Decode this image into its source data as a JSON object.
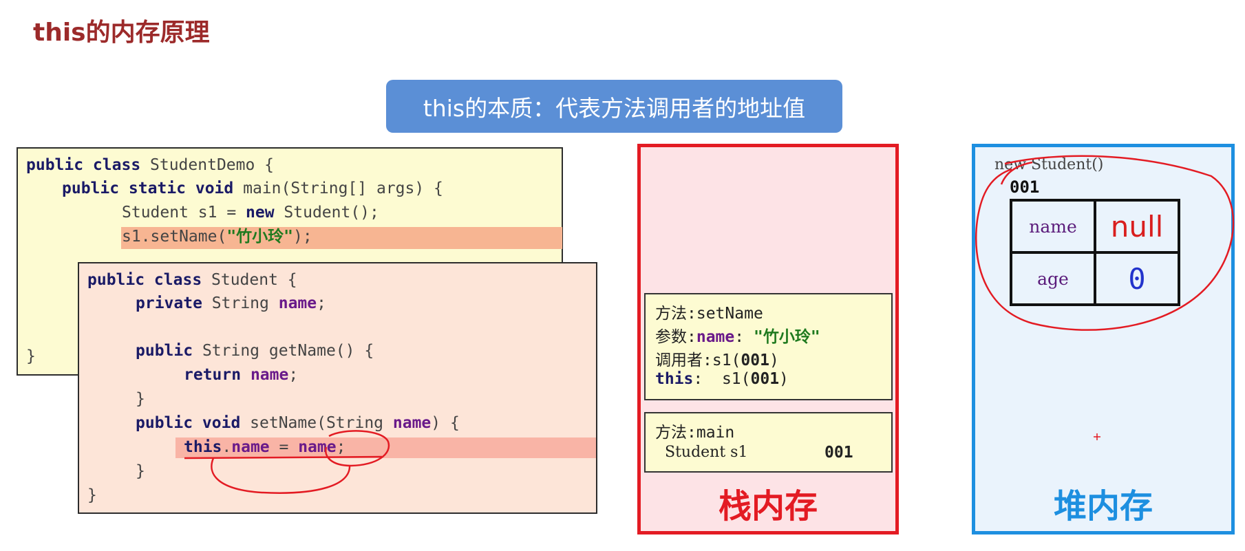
{
  "title": "this的内存原理",
  "banner": "this的本质：代表方法调用者的地址值",
  "demo_code": {
    "l1_kw": "public class ",
    "l1_rest": "StudentDemo {",
    "l2_kw": "public static void ",
    "l2_rest": "main(String[] args) {",
    "l3_a": "Student s1 = ",
    "l3_kw": "new",
    "l3_b": " Student();",
    "l4_a": "s1.setName(",
    "l4_str": "\"竹小玲\"",
    "l4_b": ");",
    "close": "}"
  },
  "student_code": {
    "l1_kw": "public class ",
    "l1_rest": "Student {",
    "l2_kw": "private ",
    "l2_type": "String ",
    "l2_fld": "name",
    "l2_end": ";",
    "l3_kw": "public ",
    "l3_rest": "String getName() {",
    "l4_kw": "return ",
    "l4_fld": "name",
    "l4_end": ";",
    "l5": "}",
    "l6_kw": "public void ",
    "l6_rest": "setName(String ",
    "l6_fld": "name",
    "l6_end": ") {",
    "l7_kw": "this",
    "l7_dot": ".",
    "l7_fld": "name",
    "l7_eq": " = ",
    "l7_fld2": "name",
    "l7_end": ";",
    "l8": "}",
    "l9": "}"
  },
  "stack": {
    "label": "栈内存",
    "setname_frame": {
      "method_label": "方法:",
      "method": "setName",
      "param_label": "参数:",
      "param_name": "name",
      "param_colon": ":",
      "param_value": "\"竹小玲\"",
      "caller_label": "调用者:",
      "caller_a": "s1(",
      "caller_addr": "001",
      "caller_b": ")",
      "this_label": "this",
      "this_colon": ":",
      "this_a": "s1(",
      "this_addr": "001",
      "this_b": ")"
    },
    "main_frame": {
      "method_label": "方法:",
      "method": "main",
      "var": "Student s1",
      "addr": "001"
    }
  },
  "heap": {
    "label": "堆内存",
    "expr": "new Student()",
    "addr": "001",
    "fields": [
      {
        "name": "name",
        "value": "null"
      },
      {
        "name": "age",
        "value": "0"
      }
    ]
  },
  "colors": {
    "title": "#9c2a2a",
    "banner": "#5b8fd6",
    "stack": "#e31b23",
    "heap": "#1d8fe0",
    "annotation": "#e31b23"
  }
}
